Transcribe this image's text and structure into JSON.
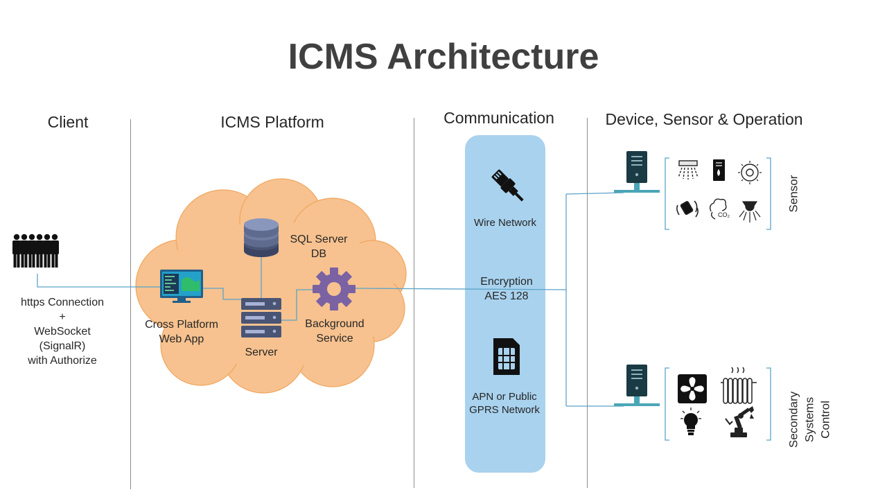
{
  "title": "ICMS Architecture",
  "columns": {
    "client": "Client",
    "platform": "ICMS Platform",
    "communication": "Communication",
    "devices": "Device, Sensor & Operation"
  },
  "client": {
    "connection_lines": [
      "https Connection",
      "+",
      "WebSocket",
      "(SignalR)",
      "with Authorize"
    ]
  },
  "platform": {
    "sql_server": [
      "SQL Server",
      "DB"
    ],
    "web_app": [
      "Cross Platform",
      "Web App"
    ],
    "server": "Server",
    "background_service": [
      "Background",
      "Service"
    ]
  },
  "communication": {
    "wire_network": "Wire Network",
    "encryption": [
      "Encryption",
      "AES 128"
    ],
    "gprs": [
      "APN or Public",
      "GPRS Network"
    ]
  },
  "devices": {
    "sensor_label": "Sensor",
    "secondary_label": [
      "Secondary",
      "Systems",
      "Control"
    ],
    "co2_text": "CO₂"
  },
  "colors": {
    "cloud": "#f7c28f",
    "comm_band": "#a9d2ee",
    "connector": "#5aa3c8",
    "gear": "#7a62a3",
    "db": "#4a5575"
  }
}
